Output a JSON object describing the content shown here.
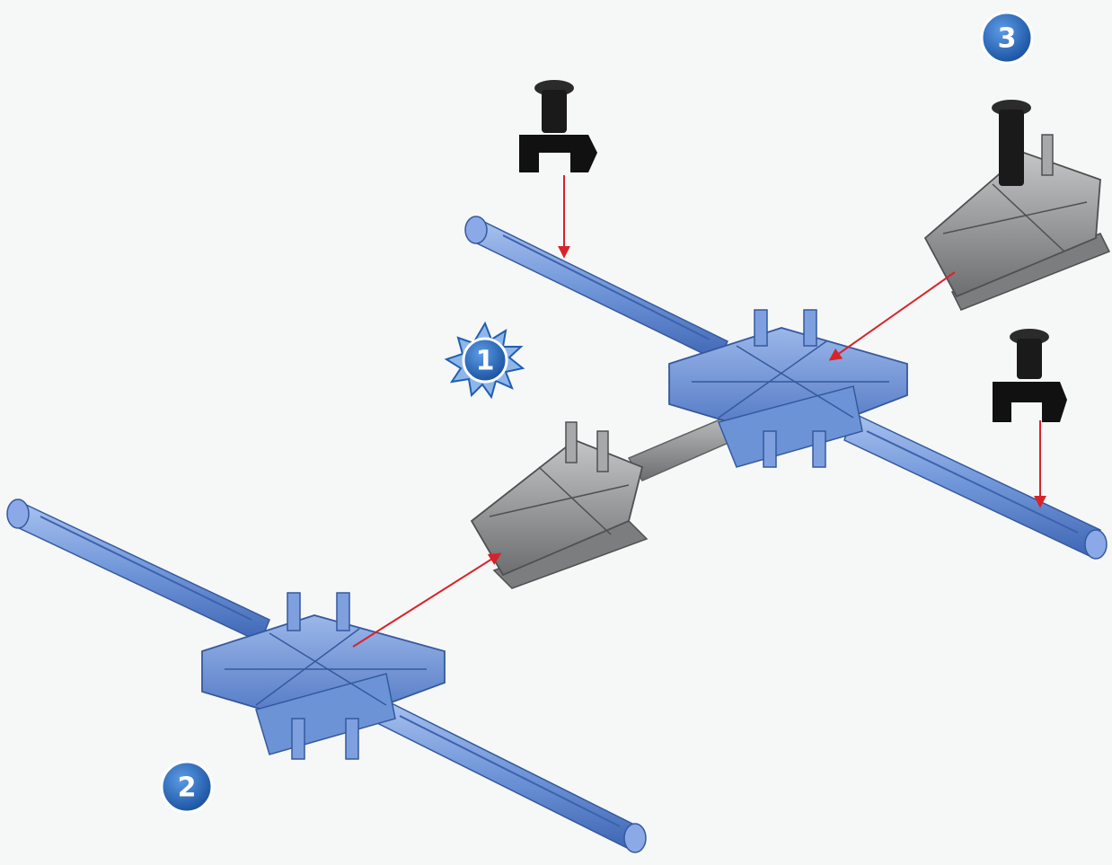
{
  "steps": {
    "step1": "1",
    "step2": "2",
    "step3": "3"
  },
  "colors": {
    "background": "#f6f7f7",
    "blue_part": "#6f95d8",
    "blue_part_dark": "#3f66b4",
    "gray_part": "#9a9b9d",
    "gray_part_dark": "#5f6062",
    "black_part": "#1a1a1a",
    "arrow": "#d8232a",
    "badge": "#1f5fb0",
    "starburst": "#8fb6ea"
  },
  "icons": [
    "blue-rod",
    "blue-hub-connector",
    "gray-double-connector",
    "black-clip-peg",
    "assembly-arrow",
    "step-badge"
  ]
}
